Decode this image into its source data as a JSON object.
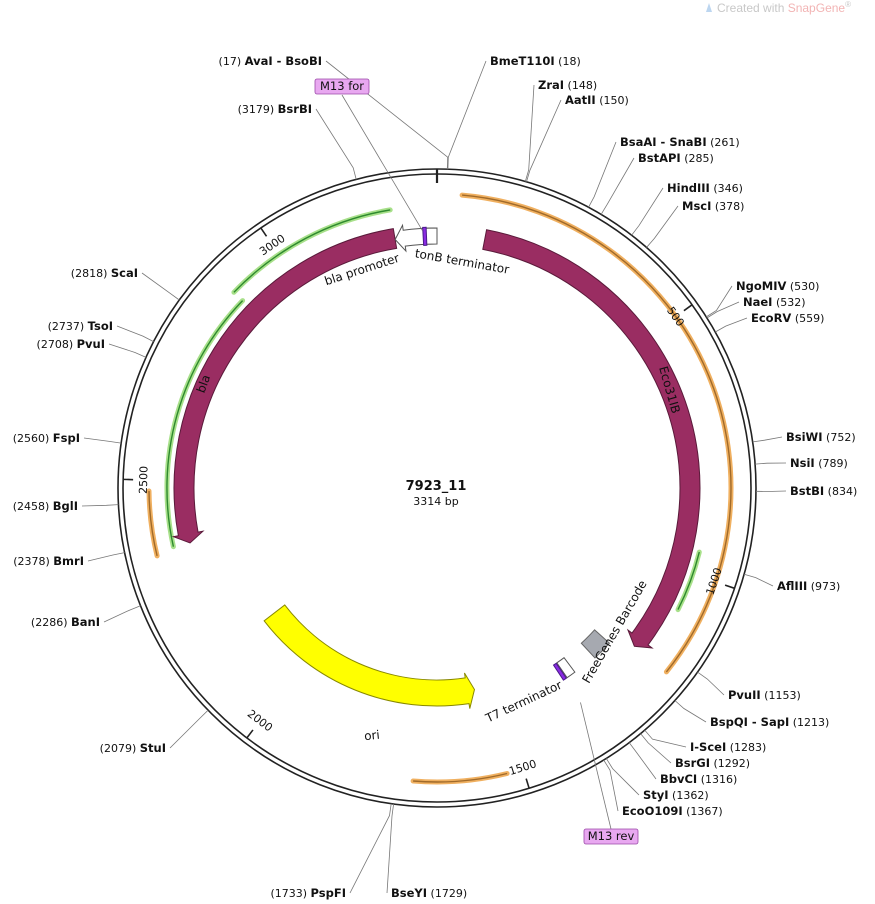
{
  "watermark": {
    "prefix": "Created with ",
    "brand": "SnapGene",
    "suffix": "®",
    "icon": "snapgene-logo-icon"
  },
  "plasmid": {
    "name": "7923_11",
    "length_label": "3314 bp",
    "length": 3314
  },
  "colors": {
    "backbone": "#222222",
    "cds": "#9a2d62",
    "ori": "#ffff00",
    "orange_track": "#f0b060",
    "green_track": "#a8e08a",
    "barcode": "#a6a9b0",
    "primer_box": "#e8a8f0",
    "t7": "#8a2be2"
  },
  "tick_labels": [
    {
      "label": "500",
      "pos": 500
    },
    {
      "label": "1000",
      "pos": 1000
    },
    {
      "label": "1500",
      "pos": 1500
    },
    {
      "label": "2000",
      "pos": 2000
    },
    {
      "label": "2500",
      "pos": 2500
    },
    {
      "label": "3000",
      "pos": 3000
    }
  ],
  "features": [
    {
      "name": "Eco31IB",
      "start": 100,
      "end": 1185,
      "kind": "cds",
      "dir": 1,
      "label": "Eco31IB"
    },
    {
      "name": "bla",
      "start": 2370,
      "end": 3226,
      "kind": "cds",
      "dir": -1,
      "label": "bla"
    },
    {
      "name": "ori",
      "start": 1560,
      "end": 2140,
      "kind": "ori",
      "dir": -1,
      "label": "ori"
    },
    {
      "name": "bla promoter",
      "start": 3226,
      "end": 3310,
      "kind": "promoter",
      "dir": -1,
      "label": "bla promoter"
    },
    {
      "name": "tonB terminator",
      "start": 25,
      "end": 60,
      "kind": "terminator",
      "dir": 1,
      "label": "tonB terminator"
    },
    {
      "name": "FreeGenes Barcode",
      "start": 1215,
      "end": 1260,
      "kind": "barcode",
      "dir": 1,
      "label": "FreeGenes Barcode"
    },
    {
      "name": "T7 terminator",
      "start": 1300,
      "end": 1345,
      "kind": "terminator",
      "dir": 1,
      "label": "T7 terminator"
    }
  ],
  "sites": [
    {
      "name": "AvaI",
      "name2": "BsoBI",
      "pos_label": "(17)",
      "pos": 17
    },
    {
      "name": "BmeT110I",
      "pos_label": "(18)",
      "pos": 18
    },
    {
      "name": "ZraI",
      "pos_label": "(148)",
      "pos": 148
    },
    {
      "name": "AatII",
      "pos_label": "(150)",
      "pos": 150
    },
    {
      "name": "BsaAI",
      "name2": "SnaBI",
      "pos_label": "(261)",
      "pos": 261
    },
    {
      "name": "BstAPI",
      "pos_label": "(285)",
      "pos": 285
    },
    {
      "name": "HindIII",
      "pos_label": "(346)",
      "pos": 346
    },
    {
      "name": "MscI",
      "pos_label": "(378)",
      "pos": 378
    },
    {
      "name": "NgoMIV",
      "pos_label": "(530)",
      "pos": 530
    },
    {
      "name": "NaeI",
      "pos_label": "(532)",
      "pos": 532
    },
    {
      "name": "EcoRV",
      "pos_label": "(559)",
      "pos": 559
    },
    {
      "name": "BsiWI",
      "pos_label": "(752)",
      "pos": 752
    },
    {
      "name": "NsiI",
      "pos_label": "(789)",
      "pos": 789
    },
    {
      "name": "BstBI",
      "pos_label": "(834)",
      "pos": 834
    },
    {
      "name": "AflIII",
      "pos_label": "(973)",
      "pos": 973
    },
    {
      "name": "PvuII",
      "pos_label": "(1153)",
      "pos": 1153
    },
    {
      "name": "BspQI",
      "name2": "SapI",
      "pos_label": "(1213)",
      "pos": 1213
    },
    {
      "name": "I-SceI",
      "pos_label": "(1283)",
      "pos": 1283
    },
    {
      "name": "BsrGI",
      "pos_label": "(1292)",
      "pos": 1292
    },
    {
      "name": "BbvCI",
      "pos_label": "(1316)",
      "pos": 1316
    },
    {
      "name": "StyI",
      "pos_label": "(1362)",
      "pos": 1362
    },
    {
      "name": "EcoO109I",
      "pos_label": "(1367)",
      "pos": 1367
    },
    {
      "name": "BseYI",
      "pos_label": "(1729)",
      "pos": 1729
    },
    {
      "name": "PspFI",
      "pos_label": "(1733)",
      "pos": 1733
    },
    {
      "name": "StuI",
      "pos_label": "(2079)",
      "pos": 2079
    },
    {
      "name": "BanI",
      "pos_label": "(2286)",
      "pos": 2286
    },
    {
      "name": "BmrI",
      "pos_label": "(2378)",
      "pos": 2378
    },
    {
      "name": "BglI",
      "pos_label": "(2458)",
      "pos": 2458
    },
    {
      "name": "FspI",
      "pos_label": "(2560)",
      "pos": 2560
    },
    {
      "name": "PvuI",
      "pos_label": "(2708)",
      "pos": 2708
    },
    {
      "name": "TsoI",
      "pos_label": "(2737)",
      "pos": 2737
    },
    {
      "name": "ScaI",
      "pos_label": "(2818)",
      "pos": 2818
    },
    {
      "name": "BsrBI",
      "pos_label": "(3179)",
      "pos": 3179
    }
  ],
  "primers": [
    {
      "name": "M13 for",
      "label": "M13 for",
      "pos": 3270
    },
    {
      "name": "M13 rev",
      "label": "M13 rev",
      "pos": 1330
    }
  ]
}
